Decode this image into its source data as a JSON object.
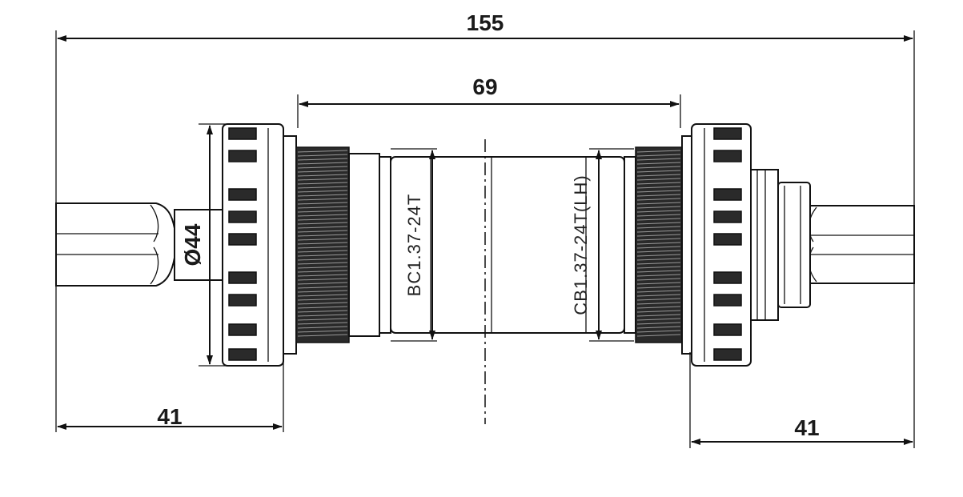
{
  "dimensions": {
    "overall_length": "155",
    "shell_width": "69",
    "left_spindle": "41",
    "right_spindle": "41",
    "cup_diameter": "Ø44"
  },
  "threads": {
    "right_hand": "BC1.37-24T",
    "left_hand": "CB1.37-24T(LH)"
  },
  "colors": {
    "line": "#111111",
    "fill_dark": "#2a2a2a",
    "background": "#ffffff"
  }
}
